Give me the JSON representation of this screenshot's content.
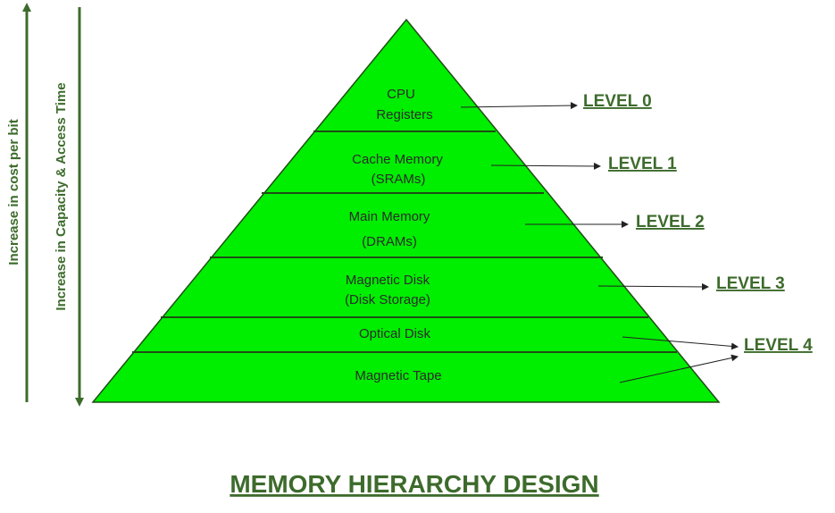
{
  "colors": {
    "pyramid_fill": "#00ee00",
    "outline": "#1f4d14",
    "accent_green": "#3d6b2c",
    "arrow": "#222222"
  },
  "axes": {
    "cost_label": "Increase in cost per bit",
    "capacity_label": "Increase in Capacity & Access Time"
  },
  "tiers": [
    {
      "line1": "CPU",
      "line2": "Registers"
    },
    {
      "line1": "Cache Memory",
      "line2": "(SRAMs)"
    },
    {
      "line1": "Main Memory",
      "line2": "(DRAMs)"
    },
    {
      "line1": "Magnetic Disk",
      "line2": "(Disk Storage)"
    },
    {
      "line1": "Optical Disk",
      "line2": ""
    },
    {
      "line1": "Magnetic Tape",
      "line2": ""
    }
  ],
  "levels": [
    "LEVEL 0",
    "LEVEL 1",
    "LEVEL 2",
    "LEVEL 3",
    "LEVEL 4"
  ],
  "title": "MEMORY HIERARCHY DESIGN"
}
